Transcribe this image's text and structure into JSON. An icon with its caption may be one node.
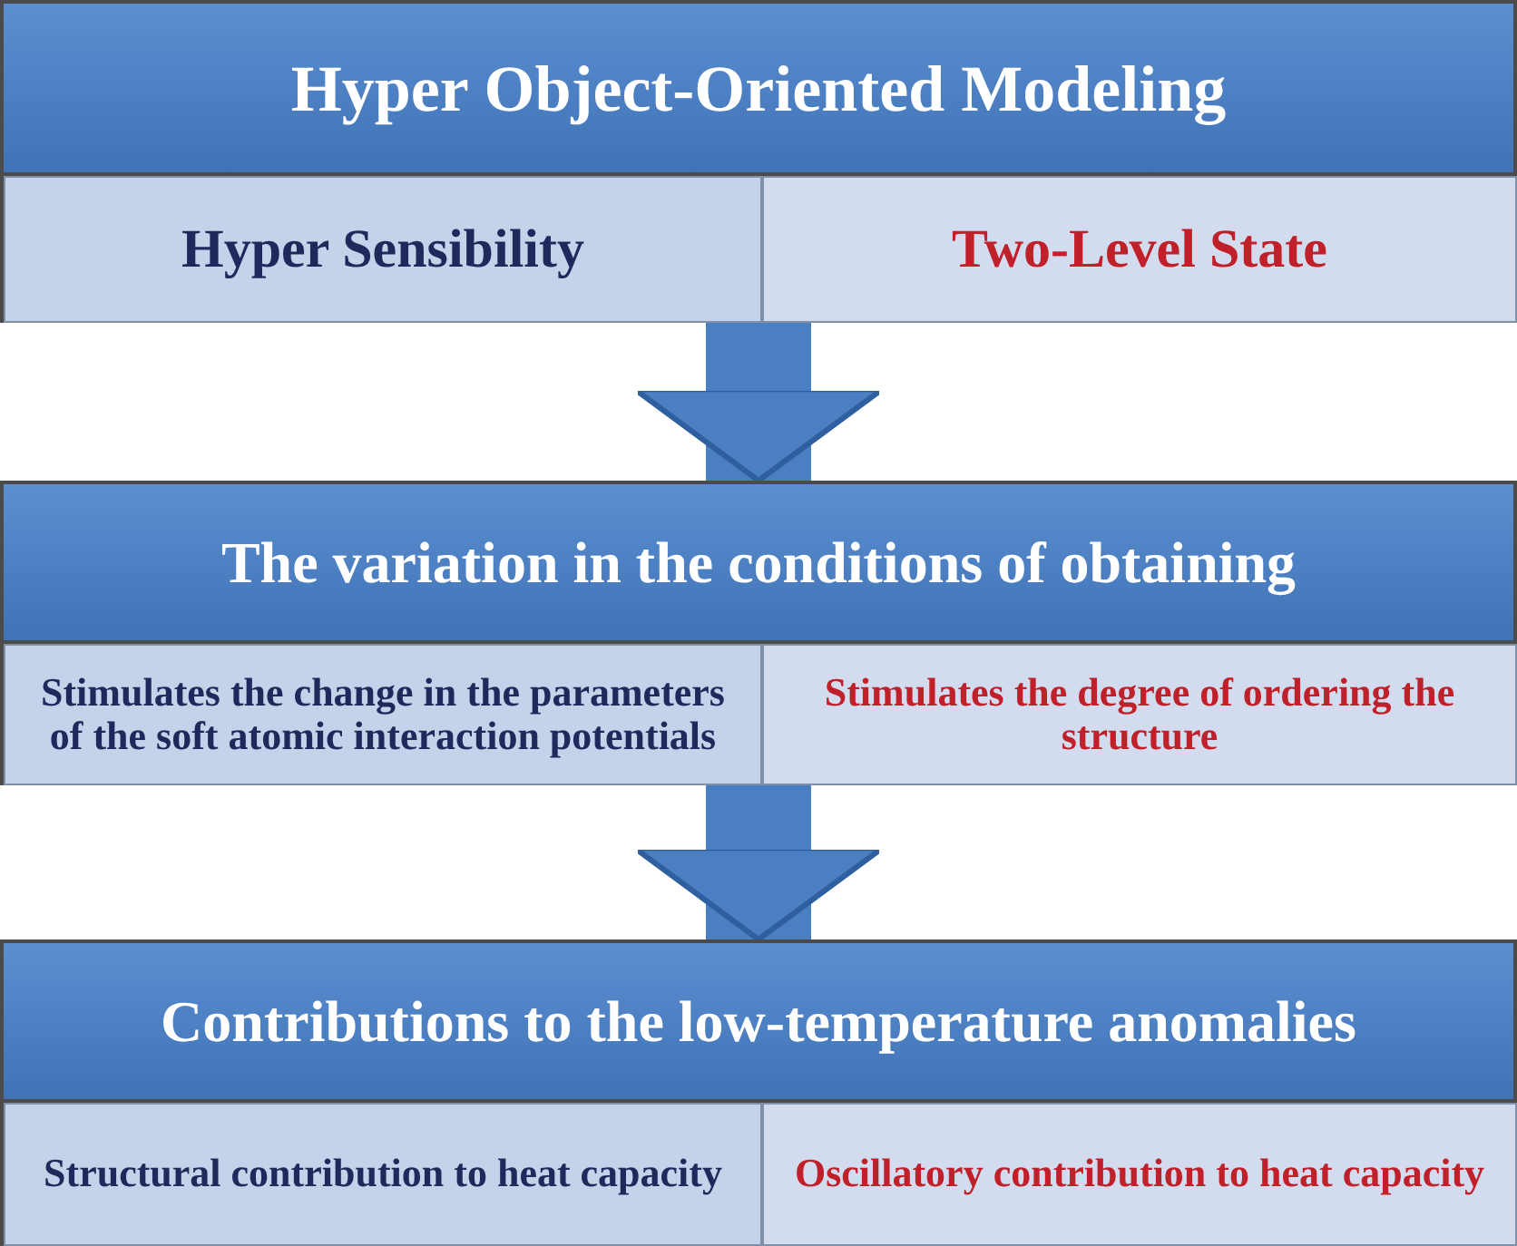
{
  "diagram": {
    "nodes": [
      {
        "text": [
          "Hyper Object-Oriented Modeling"
        ]
      },
      {
        "text": [
          "Hyper Sensibility"
        ],
        "in": 0
      },
      {
        "text": [
          "Two-Level State"
        ],
        "in": 0
      },
      {
        "text": [
          "The variation in the conditions of obtaining"
        ]
      },
      {
        "text": [
          "Stimulates the change in the parameters of the soft atomic interaction potentials"
        ],
        "in": 3
      },
      {
        "text": [
          "Stimulates the degree of ordering the structure"
        ],
        "in": 3
      },
      {
        "text": [
          "Contributions to the low-temperature anomalies"
        ]
      },
      {
        "text": [
          "Structural contribution to heat capacity"
        ],
        "in": 6
      },
      {
        "text": [
          "Oscillatory contribution to heat capacity"
        ],
        "in": 6
      }
    ],
    "edges": [
      {
        "from": 0,
        "to": 3,
        "arrow": "to"
      },
      {
        "from": 3,
        "to": 6,
        "arrow": "to"
      }
    ]
  }
}
